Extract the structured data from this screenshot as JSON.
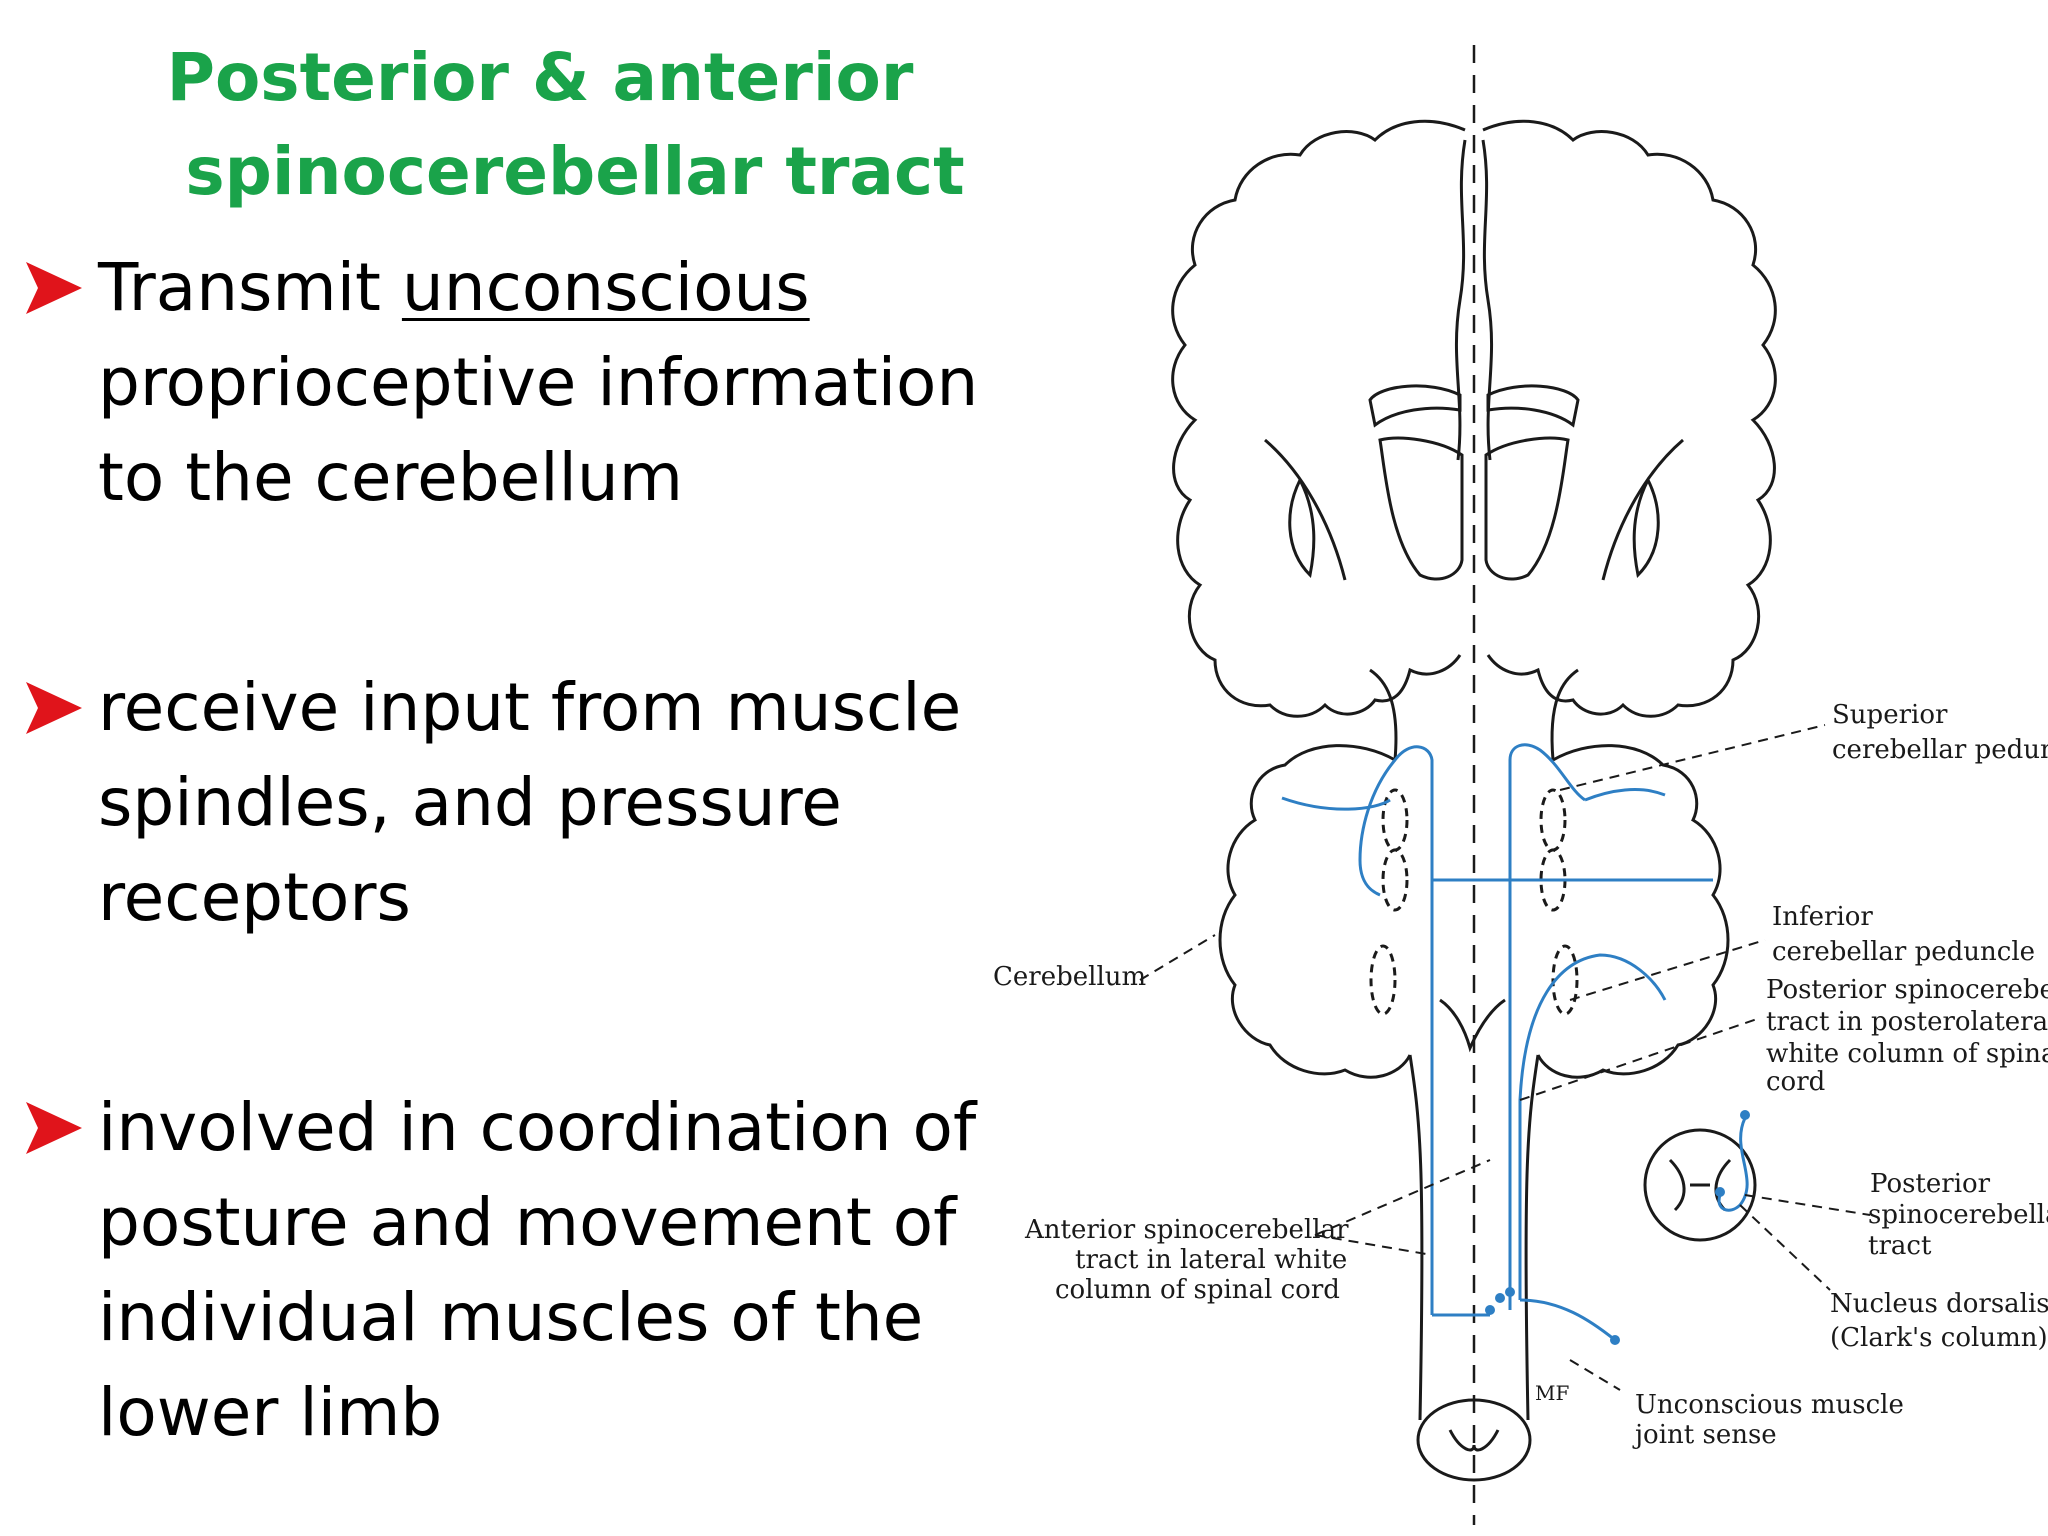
{
  "title": {
    "line1": "Posterior & anterior",
    "line2": "spinocerebellar tract",
    "color": "#1aa34a"
  },
  "bullets": [
    {
      "lines": [
        "Transmit ",
        "unconscious",
        "proprioceptive information",
        "to the cerebellum"
      ]
    },
    {
      "lines": [
        "receive input from muscle",
        "spindles, and pressure",
        "receptors"
      ]
    },
    {
      "lines": [
        "involved in coordination of",
        "posture and movement of",
        "individual muscles of the",
        "lower limb"
      ]
    }
  ],
  "bullet_color": "#e0141b",
  "tract_color": "#2e7fc4",
  "diagram_labels": {
    "superior_1": "Superior",
    "superior_2": "cerebellar peduncle",
    "inferior_1": "Inferior",
    "inferior_2": "cerebellar peduncle",
    "posterior_tract_1": "Posterior spinocerebellar",
    "posterior_tract_2": "tract in posterolateral",
    "posterior_tract_3": "white column of spinal",
    "posterior_tract_4": "cord",
    "cerebellum": "Cerebellum",
    "anterior_1": "Anterior spinocerebellar",
    "anterior_2": "tract in lateral white",
    "anterior_3": "column of spinal cord",
    "posterior_small_1": "Posterior",
    "posterior_small_2": "spinocerebellar",
    "posterior_small_3": "tract",
    "nucleus_1": "Nucleus dorsalis",
    "nucleus_2": "(Clark's column)",
    "unconscious_1": "Unconscious muscle",
    "unconscious_2": "joint sense",
    "mf": "MF"
  }
}
